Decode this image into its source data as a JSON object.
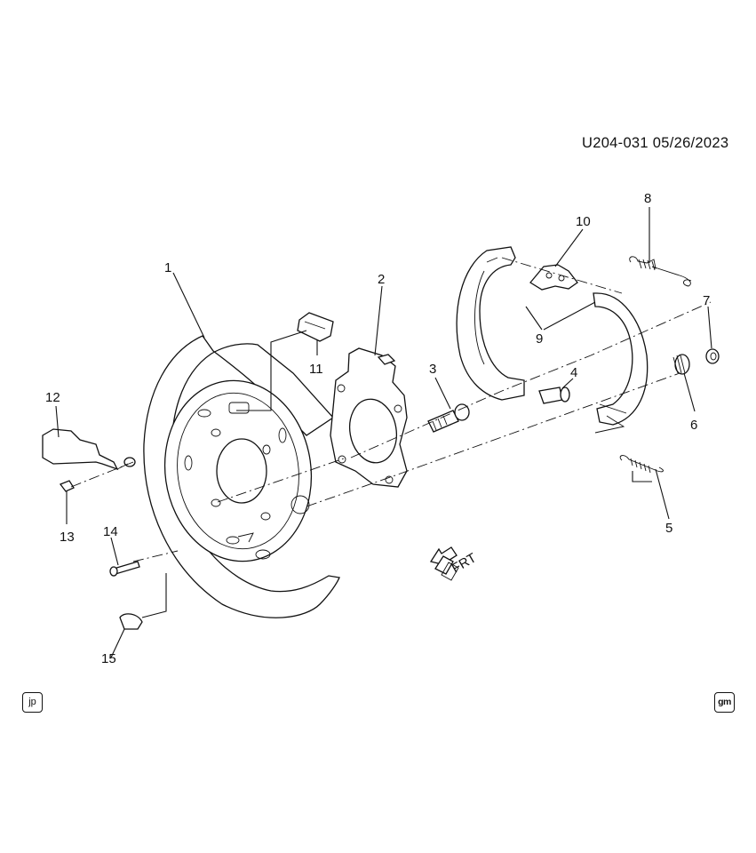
{
  "header": {
    "code": "U204-031  05/26/2023"
  },
  "badges": {
    "jp": "jp",
    "gm": "gm"
  },
  "front_arrow_label": "FRT",
  "callouts": [
    "1",
    "2",
    "3",
    "4",
    "5",
    "6",
    "7",
    "8",
    "9",
    "10",
    "11",
    "12",
    "13",
    "14",
    "15"
  ]
}
